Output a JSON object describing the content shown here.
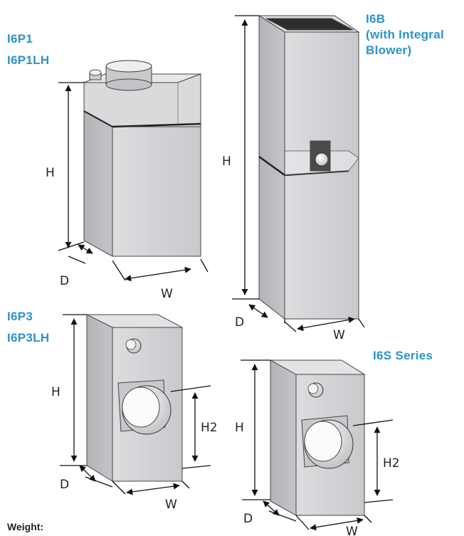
{
  "models": {
    "i6p1": [
      "I6P1",
      "I6P1LH"
    ],
    "i6b": [
      "I6B",
      "(with Integral",
      "Blower)"
    ],
    "i6p3": [
      "I6P3",
      "I6P3LH"
    ],
    "i6s": [
      "I6S Series"
    ]
  },
  "dimensions": {
    "height": "H",
    "depth": "D",
    "width": "W",
    "height2": "H2"
  },
  "footer": {
    "weight_label": "Weight:"
  },
  "colors": {
    "model_label": "#2a93c9",
    "unit_front": "#d2d3d5",
    "unit_side": "#babbbe",
    "unit_top": "#e4e5e7"
  }
}
